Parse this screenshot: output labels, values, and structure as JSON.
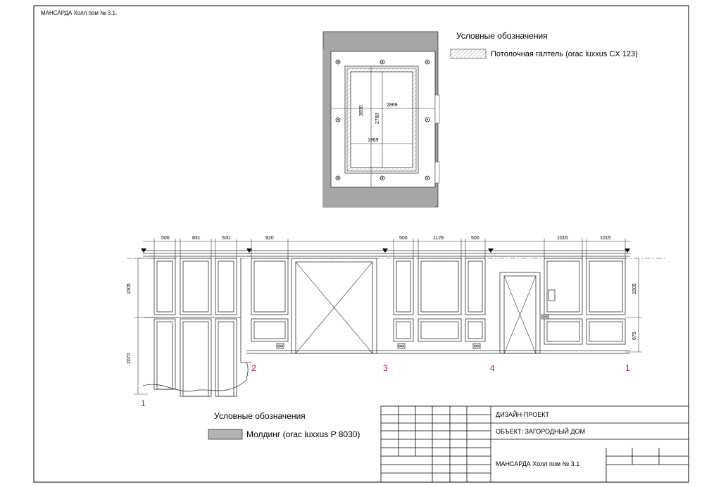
{
  "sheet_title": "МАНСАРДА  Холл пом  № 3.1.",
  "ceiling_plan": {
    "legend_title": "Условные обозначения",
    "legend_item": "Потолочная галтель (orac luxxus CX 123)",
    "dimensions": {
      "width_outer": "2869",
      "width_inner": "1969",
      "height_outer": "3650",
      "height_inner": "2760"
    }
  },
  "elevation": {
    "dimensions_top": [
      "500",
      "831",
      "500",
      "920",
      "500",
      "1129",
      "500",
      "1015",
      "1015"
    ],
    "dim_upper": "1505",
    "dim_lower": "2070",
    "dim_right_upper": "1505",
    "dim_right_lower": "675",
    "wall_markers": [
      "1",
      "2",
      "3",
      "4",
      "1"
    ]
  },
  "molding_legend": {
    "title": "Условные обозначения",
    "item": "Молдинг (orac luxxus P 8030)"
  },
  "title_block": {
    "project": "ДИЗАЙН-ПРОЕКТ",
    "object": "ОБЪЕКТ: ЗАГОРОДНЫЙ ДОМ",
    "sheet": "МАНСАРДА  Холл пом  № 3.1"
  },
  "colors": {
    "wall_fill": "#a6a6a6",
    "molding_swatch": "#b3b3b3",
    "marker_red": "#c0121e"
  }
}
